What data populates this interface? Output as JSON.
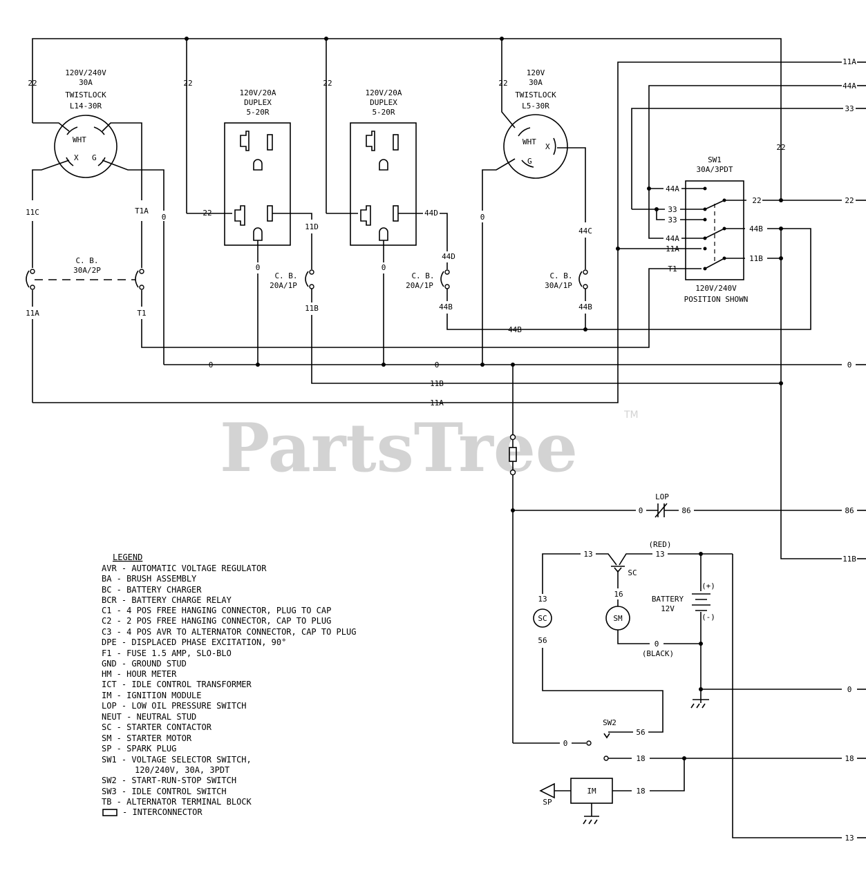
{
  "watermark": {
    "text": "PartsTree",
    "tm": "TM"
  },
  "receptacles": {
    "l14": [
      "120V/240V",
      "30A",
      "TWISTLOCK",
      "L14-30R"
    ],
    "duplex1": [
      "120V/20A",
      "DUPLEX",
      "5-20R"
    ],
    "duplex2": [
      "120V/20A",
      "DUPLEX",
      "5-20R"
    ],
    "l5": [
      "120V",
      "30A",
      "TWISTLOCK",
      "L5-30R"
    ],
    "pins": {
      "wht": "WHT",
      "x": "X",
      "g": "G"
    }
  },
  "breakers": {
    "main": [
      "C. B.",
      "30A/2P"
    ],
    "cb1": [
      "C. B.",
      "20A/1P"
    ],
    "cb2": [
      "C. B.",
      "20A/1P"
    ],
    "cb3": [
      "C. B.",
      "30A/1P"
    ]
  },
  "switch_sw1": {
    "name": "SW1",
    "rating": "30A/3PDT",
    "caption": [
      "120V/240V",
      "POSITION SHOWN"
    ],
    "left_terminals": [
      "44A",
      "33",
      "33",
      "44A",
      "11A",
      "T1"
    ],
    "right_terminals": [
      "22",
      "44B",
      "11B"
    ]
  },
  "wires": {
    "w22": "22",
    "w11c": "11C",
    "w11a": "11A",
    "wt1a": "T1A",
    "wt1": "T1",
    "w0": "0",
    "w11d": "11D",
    "w11b": "11B",
    "w44d": "44D",
    "w44b": "44B",
    "w44c": "44C",
    "w13": "13",
    "w16": "16",
    "w56": "56",
    "w18": "18",
    "w86": "86"
  },
  "right_edge": [
    "11A",
    "44A",
    "33",
    "22",
    "0",
    "86",
    "11B",
    "0",
    "18",
    "13"
  ],
  "components": {
    "lop": "LOP",
    "sc": "SC",
    "sm": "SM",
    "battery": "BATTERY",
    "battery_v": "12V",
    "plus": "(+)",
    "minus": "(-)",
    "red": "(RED)",
    "black": "(BLACK)",
    "sw2": "SW2",
    "im": "IM",
    "sp": "SP"
  },
  "legend": {
    "title": "LEGEND",
    "items": [
      "AVR - AUTOMATIC VOLTAGE REGULATOR",
      "BA - BRUSH ASSEMBLY",
      "BC - BATTERY CHARGER",
      "BCR - BATTERY CHARGE RELAY",
      "C1 - 4 POS FREE HANGING CONNECTOR, PLUG TO CAP",
      "C2 - 2 POS FREE HANGING CONNECTOR, CAP TO PLUG",
      "C3 - 4 POS AVR TO ALTERNATOR CONNECTOR, CAP TO PLUG",
      "DPE - DISPLACED PHASE EXCITATION, 90°",
      "F1 - FUSE 1.5 AMP, SLO-BLO",
      "GND - GROUND STUD",
      "HM - HOUR METER",
      "ICT - IDLE CONTROL TRANSFORMER",
      "IM - IGNITION MODULE",
      "LOP - LOW OIL PRESSURE SWITCH",
      "NEUT - NEUTRAL STUD",
      "SC - STARTER CONTACTOR",
      "SM - STARTER MOTOR",
      "SP - SPARK PLUG",
      "SW1 - VOLTAGE SELECTOR SWITCH,",
      "120/240V, 30A, 3PDT",
      "SW2 - START-RUN-STOP SWITCH",
      "SW3 - IDLE CONTROL SWITCH",
      "TB - ALTERNATOR TERMINAL BLOCK",
      "- INTERCONNECTOR"
    ]
  }
}
